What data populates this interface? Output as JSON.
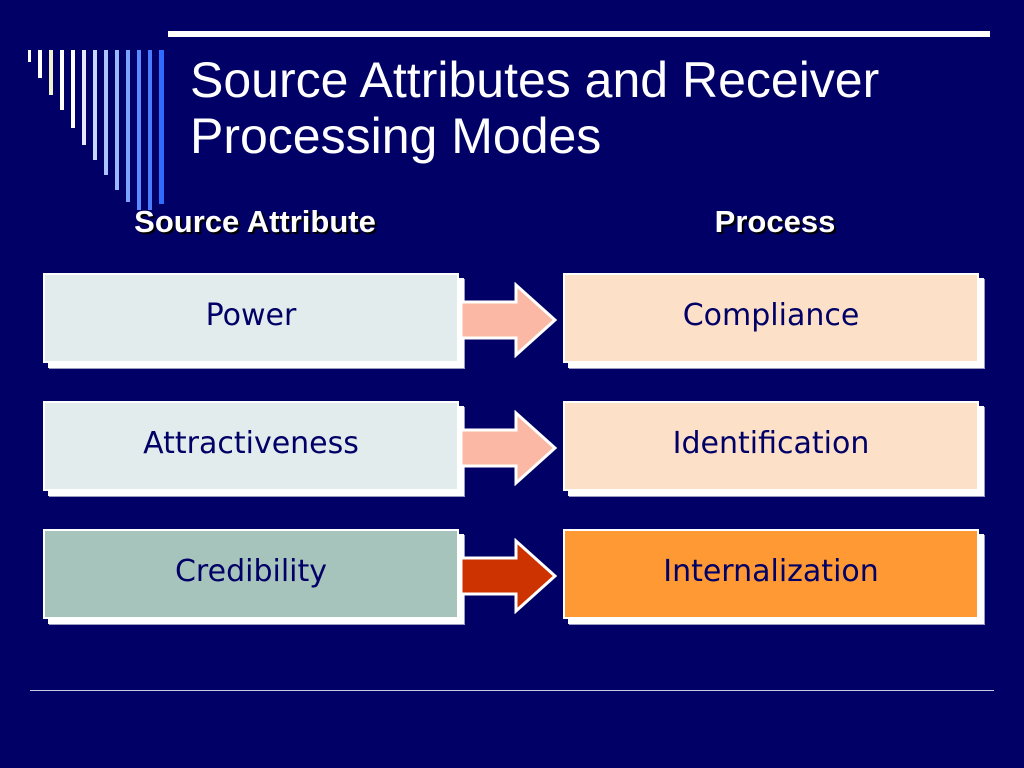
{
  "slide": {
    "title_line1": "Source Attributes and Receiver",
    "title_line2": "Processing Modes"
  },
  "columns": {
    "left_header": "Source Attribute",
    "right_header": "Process"
  },
  "rows": [
    {
      "attribute": "Power",
      "process": "Compliance",
      "highlighted": false
    },
    {
      "attribute": "Attractiveness",
      "process": "Identification",
      "highlighted": false
    },
    {
      "attribute": "Credibility",
      "process": "Internalization",
      "highlighted": true
    }
  ],
  "colors": {
    "background": "#000066",
    "source_box": "#e2ecec",
    "source_box_highlight": "#a6c4bc",
    "process_box": "#fde0c8",
    "process_box_highlight": "#ff9933",
    "arrow": "#fbb9a5",
    "arrow_highlight": "#cc3300"
  }
}
